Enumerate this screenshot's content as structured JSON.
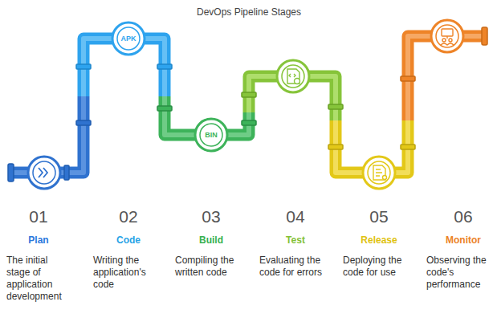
{
  "diagram": {
    "title": "DevOps Pipeline Stages",
    "labels": [
      "01",
      "Plan",
      "The initial stage of application development",
      "02",
      "Code",
      "Writing the application's code",
      "03",
      "Build",
      "Compiling the written code",
      "04",
      "Test",
      "Evaluating the code for errors",
      "05",
      "Release",
      "Deploying the code for use",
      "06",
      "Monitor",
      "Observing the code's performance",
      "APK",
      "BIN"
    ]
  }
}
